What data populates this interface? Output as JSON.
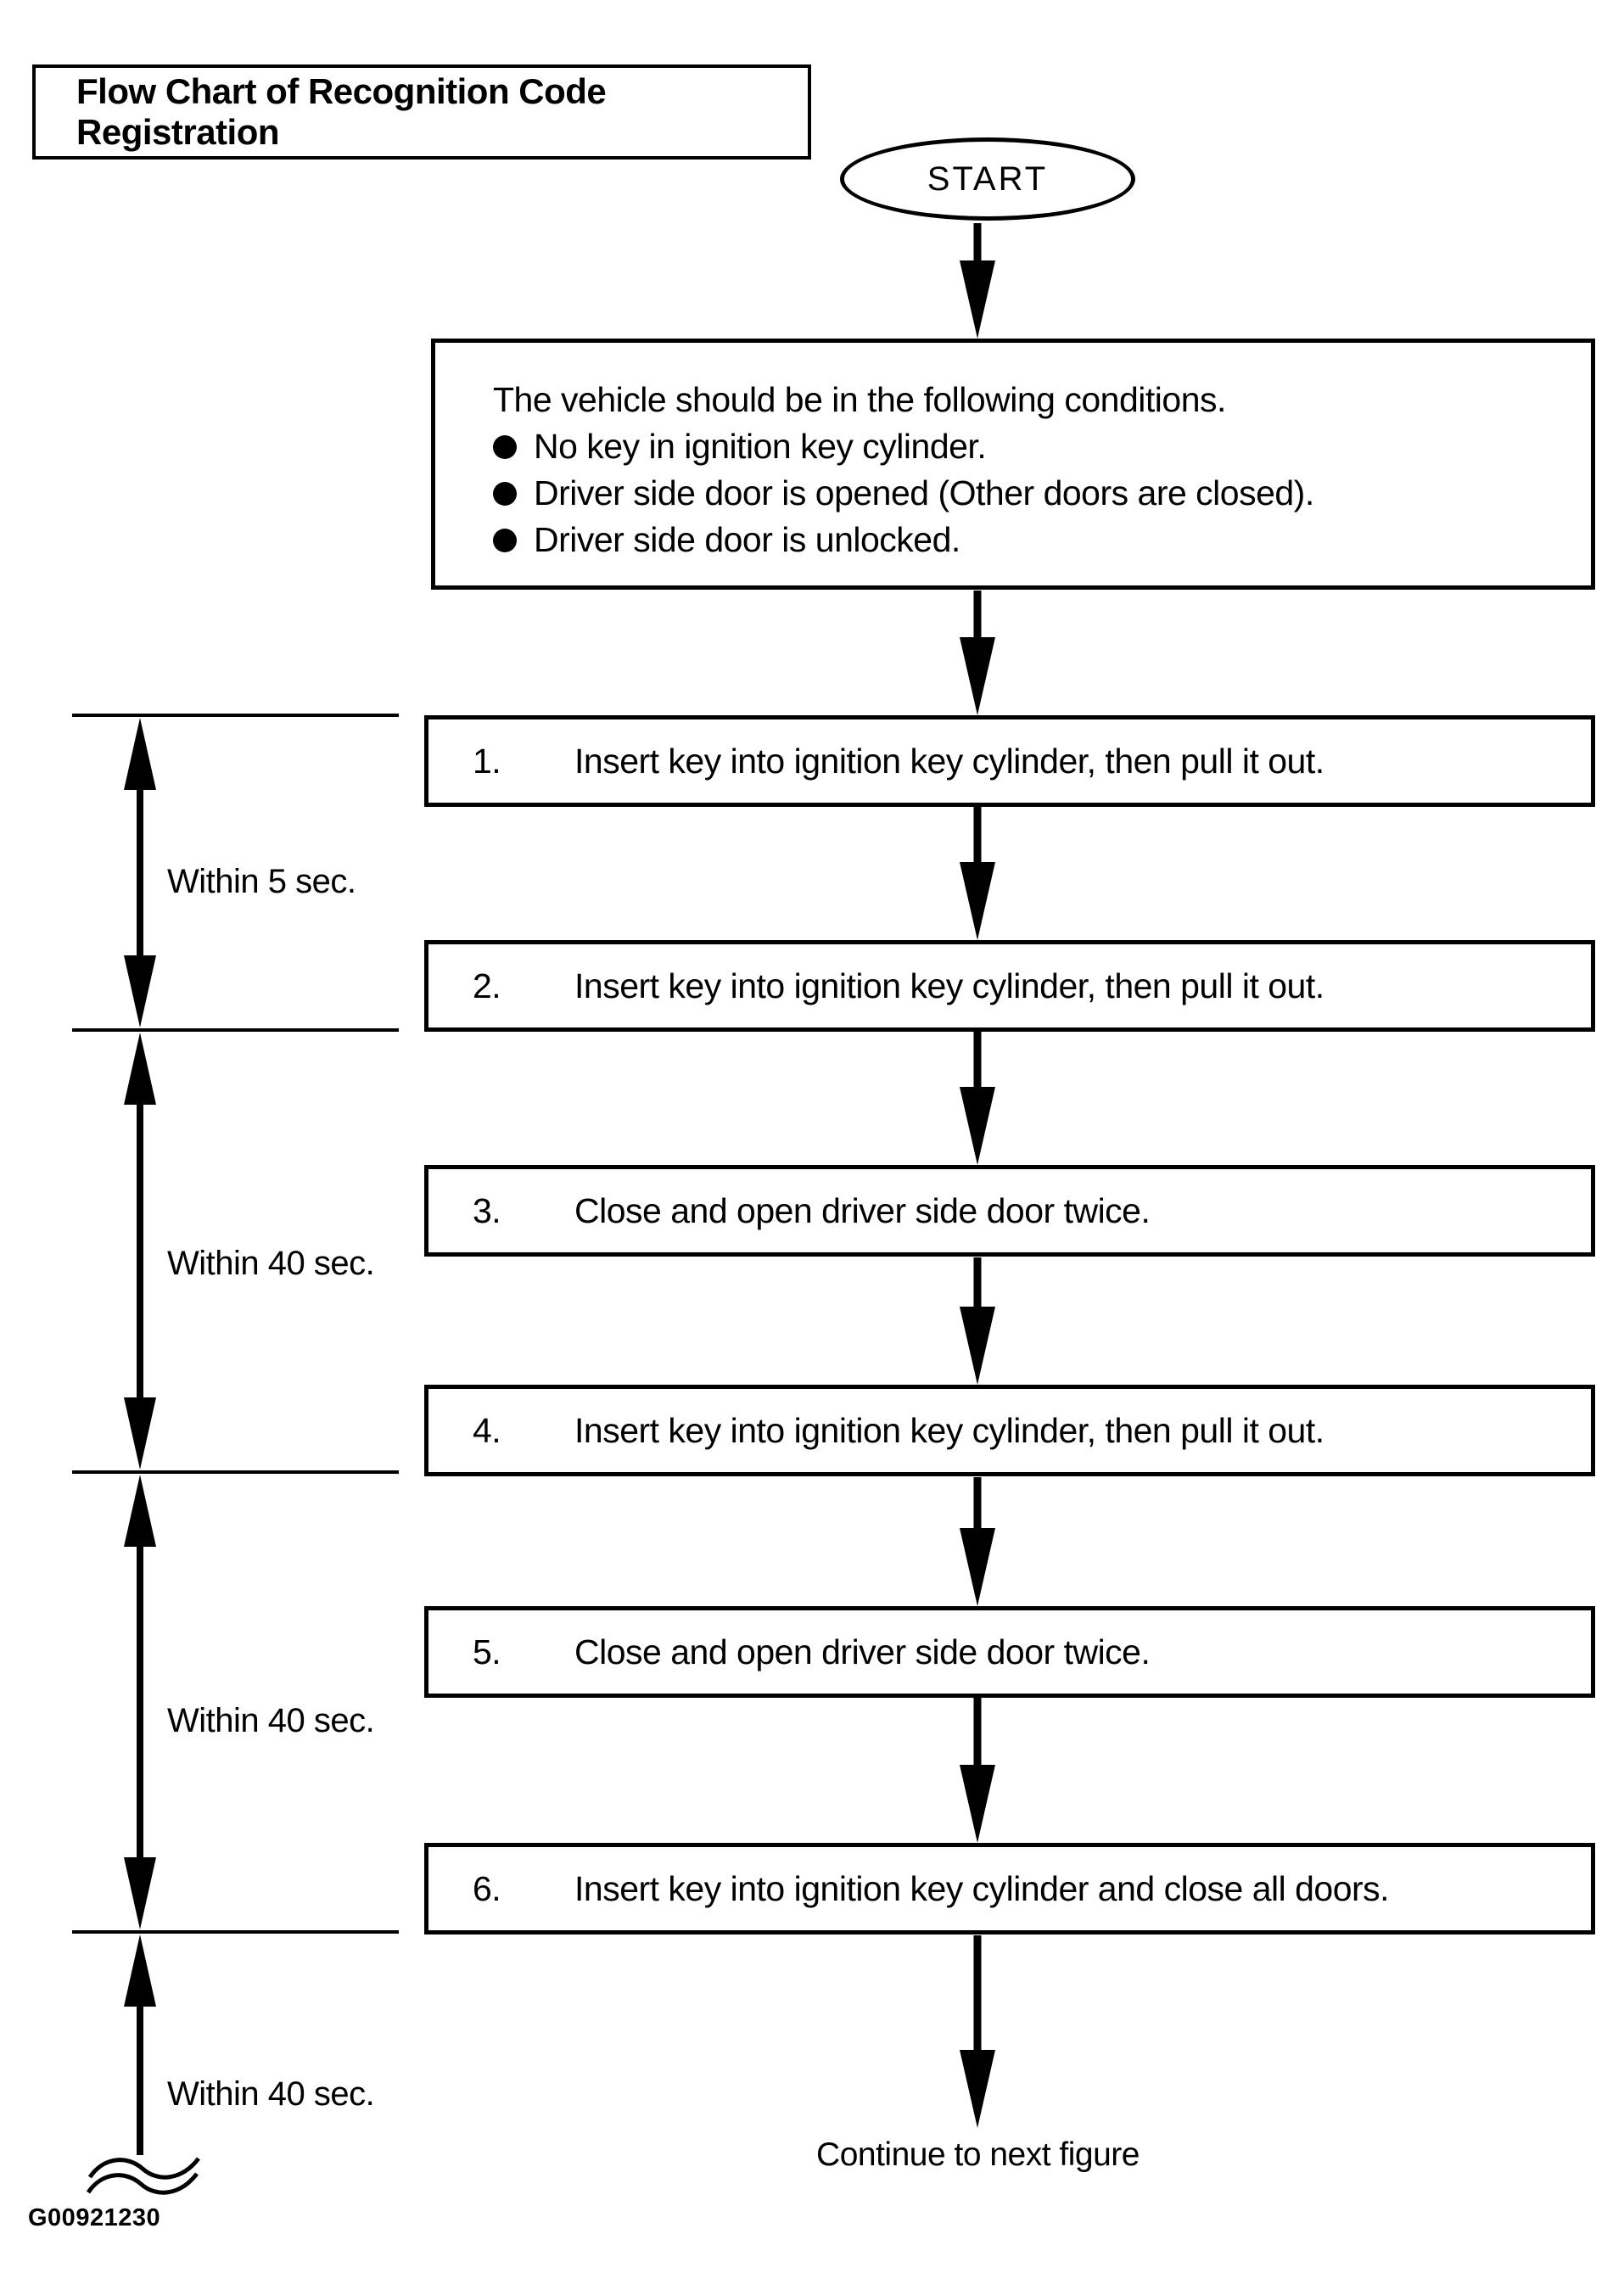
{
  "page": {
    "title": "Flow Chart of Recognition Code Registration",
    "figure_id": "G00921230",
    "colors": {
      "ink": "#000000",
      "paper": "#ffffff"
    }
  },
  "flowchart": {
    "start_label": "START",
    "conditions": {
      "intro": "The vehicle should be in the following conditions.",
      "items": [
        "No key in ignition key cylinder.",
        "Driver side door is opened (Other doors are closed).",
        "Driver side door is unlocked."
      ]
    },
    "steps": [
      {
        "num": "1.",
        "text": "Insert key into ignition key cylinder, then pull it out."
      },
      {
        "num": "2.",
        "text": "Insert key into ignition key cylinder, then pull it out."
      },
      {
        "num": "3.",
        "text": "Close and open driver side door twice."
      },
      {
        "num": "4.",
        "text": "Insert key into ignition key cylinder, then pull it out."
      },
      {
        "num": "5.",
        "text": "Close and open driver side door twice."
      },
      {
        "num": "6.",
        "text": "Insert key into ignition key cylinder and close all doors."
      }
    ],
    "timeline_labels": [
      "Within 5 sec.",
      "Within 40 sec.",
      "Within 40 sec.",
      "Within 40 sec."
    ],
    "continue_label": "Continue to next figure"
  }
}
